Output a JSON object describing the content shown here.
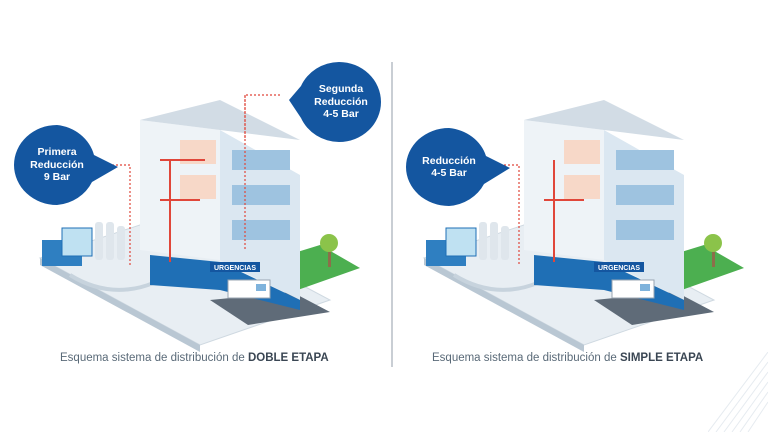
{
  "left": {
    "bubbles": [
      "Primera\nReducción\n9 Bar",
      "Segunda\nReducción\n4-5 Bar"
    ],
    "building_sign": "URGENCIAS",
    "caption_prefix": "Esquema sistema de distribución de",
    "caption_bold": "DOBLE ETAPA"
  },
  "right": {
    "bubbles": [
      "Reducción\n4-5 Bar"
    ],
    "building_sign": "URGENCIAS",
    "caption_prefix": "Esquema sistema de distribución de",
    "caption_bold": "SIMPLE ETAPA"
  },
  "colors": {
    "bubble_blue": "#1456a0",
    "building_blue": "#1f6fb5",
    "pipe_red": "#e0463a",
    "grass_green": "#4caf50",
    "divider_gray": "#c9ced4"
  }
}
